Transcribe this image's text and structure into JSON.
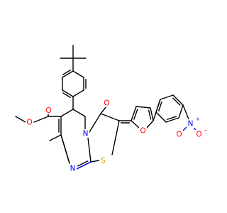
{
  "diagram": {
    "type": "chemical-structure",
    "colors": {
      "bond": "#000000",
      "oxygen": "#ff0000",
      "nitrogen": "#0000ff",
      "sulfur": "#c9a400"
    },
    "atom_labels": {
      "ester_carbonyl_o": "O",
      "ester_ether_o": "O",
      "ketone_o": "O",
      "ring_n_bridge": "N",
      "ring_n_imine": "N",
      "thiazole_s": "S",
      "furan_o": "O",
      "nitro_n": "N",
      "nitro_plus": "+",
      "nitro_o_double": "O",
      "nitro_o_single": "O",
      "nitro_minus": "−"
    }
  }
}
